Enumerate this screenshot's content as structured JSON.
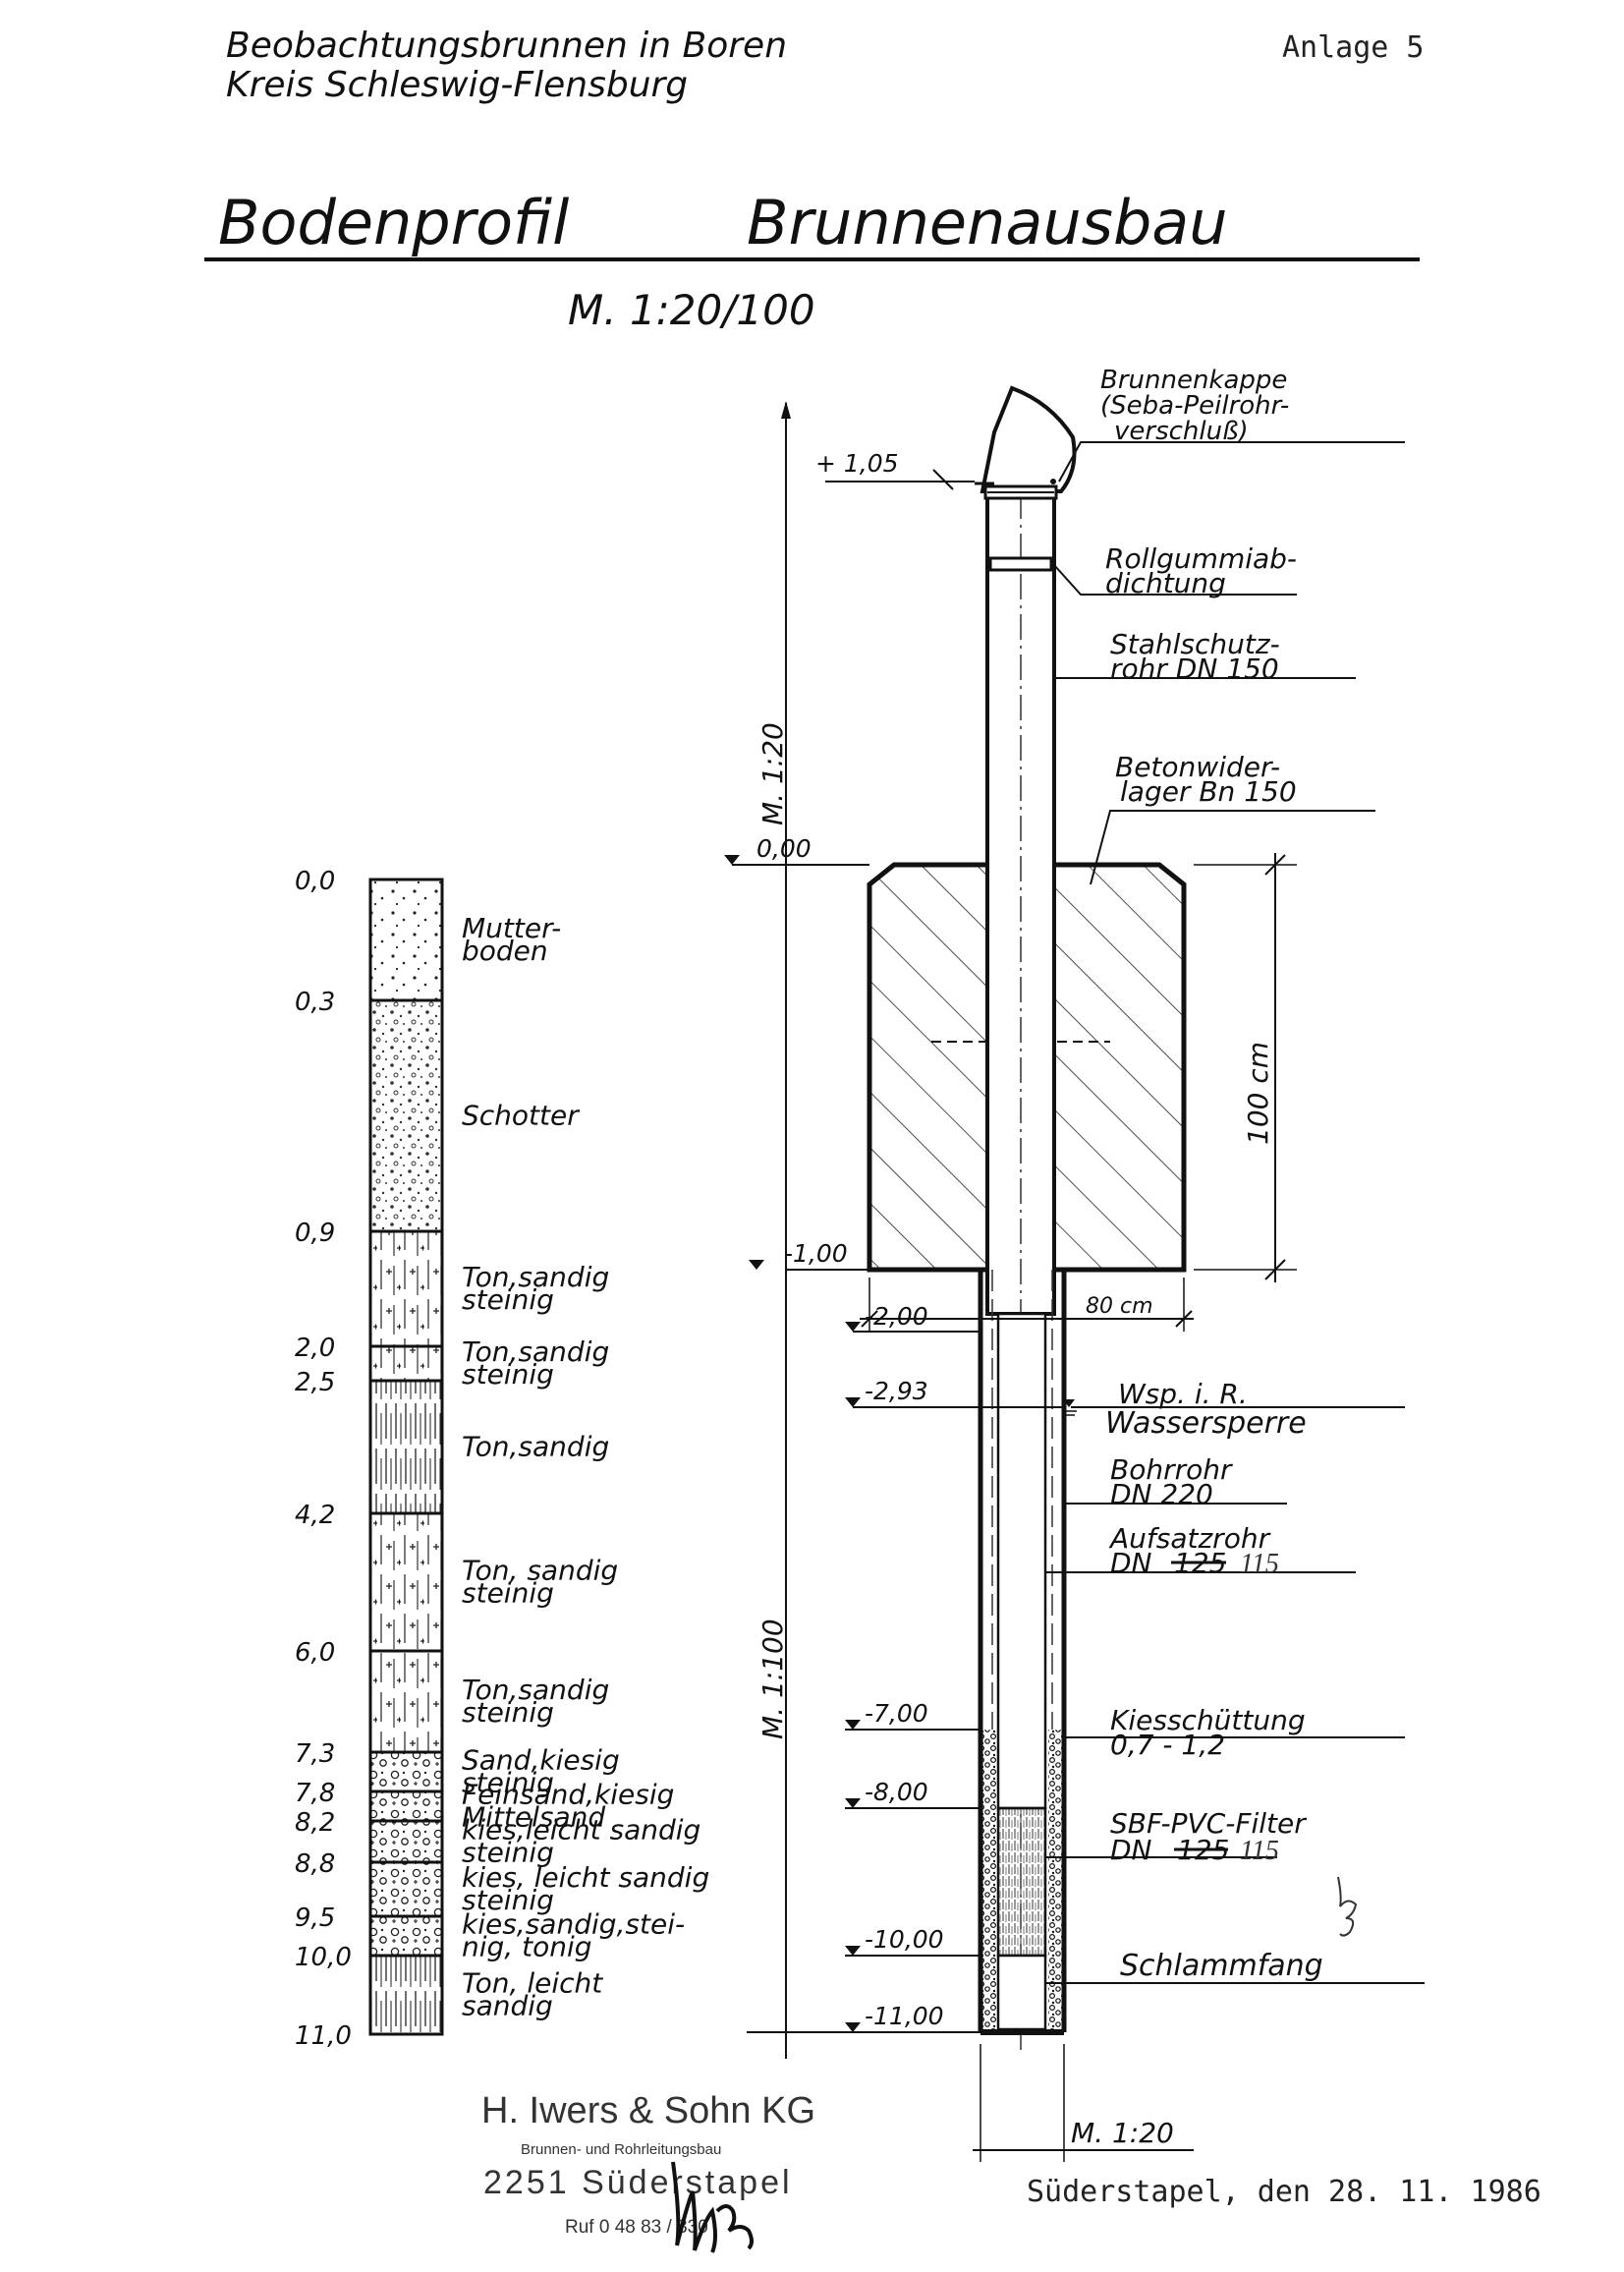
{
  "header": {
    "line1": "Beobachtungsbrunnen in Boren",
    "line2": "Kreis Schleswig-Flensburg",
    "annex": "Anlage 5"
  },
  "title": {
    "left": "Bodenprofil",
    "right": "Brunnenausbau",
    "scale": "M. 1:20/100"
  },
  "profile": {
    "layers": [
      {
        "top": 0.0,
        "bottom": 0.3,
        "label": [
          "Mutter-",
          "boden"
        ],
        "pattern": "dots"
      },
      {
        "top": 0.3,
        "bottom": 0.9,
        "label": [
          "Schotter"
        ],
        "pattern": "gravel"
      },
      {
        "top": 0.9,
        "bottom": 2.0,
        "label": [
          "Ton,sandig",
          "steinig"
        ],
        "pattern": "clay-stones"
      },
      {
        "top": 2.0,
        "bottom": 2.5,
        "label": [
          "Ton,sandig",
          "steinig"
        ],
        "pattern": "clay-stones"
      },
      {
        "top": 2.5,
        "bottom": 4.2,
        "label": [
          "Ton,sandig"
        ],
        "pattern": "clay"
      },
      {
        "top": 4.2,
        "bottom": 6.0,
        "label": [
          "Ton, sandig",
          "steinig"
        ],
        "pattern": "clay-stones"
      },
      {
        "top": 6.0,
        "bottom": 7.3,
        "label": [
          "Ton,sandig",
          "steinig"
        ],
        "pattern": "clay-stones"
      },
      {
        "top": 7.3,
        "bottom": 7.8,
        "label": [
          "Sand,kiesig",
          "steinig"
        ],
        "pattern": "gravel-circles"
      },
      {
        "top": 7.8,
        "bottom": 8.2,
        "label": [
          "Feinsand,kiesig",
          "Mittelsand"
        ],
        "pattern": "gravel-circles"
      },
      {
        "top": 8.2,
        "bottom": 8.8,
        "label": [
          "kies,leicht sandig",
          "steinig"
        ],
        "pattern": "gravel-circles"
      },
      {
        "top": 8.8,
        "bottom": 9.5,
        "label": [
          "kies, leicht sandig",
          "steinig"
        ],
        "pattern": "gravel-circles"
      },
      {
        "top": 9.5,
        "bottom": 10.0,
        "label": [
          "kies,sandig,stei-",
          "nig, tonig"
        ],
        "pattern": "gravel-circles"
      },
      {
        "top": 10.0,
        "bottom": 11.0,
        "label": [
          "Ton, leicht",
          "sandig"
        ],
        "pattern": "clay"
      }
    ],
    "depth_labels": [
      "0,0",
      "0,3",
      "0,9",
      "2,0",
      "2,5",
      "4,2",
      "6,0",
      "7,3",
      "7,8",
      "8,2",
      "8,8",
      "9,5",
      "10,0",
      "11,0"
    ]
  },
  "well": {
    "levels": {
      "top": "+ 1,05",
      "ground": "0,00",
      "l1": "-1,00",
      "l2": "-2,00",
      "l293": "-2,93",
      "l7": "-7,00",
      "l8": "-8,00",
      "l10": "-10,00",
      "l11": "-11,00"
    },
    "scale_upper": "M. 1:20",
    "scale_lower": "M. 1:100",
    "scale_bottom": "M. 1:20",
    "dim_height": "100 cm",
    "dim_width": "80 cm"
  },
  "callouts": {
    "cap": [
      "Brunnenkappe",
      "(Seba-Peilrohr-",
      "verschluß)"
    ],
    "seal": [
      "Rollgummiab-",
      "dichtung"
    ],
    "steel": [
      "Stahlschutz-",
      "rohr DN 150"
    ],
    "concrete": [
      "Betonwider-",
      "lager Bn 150"
    ],
    "water_line1": "Wsp. i. R.",
    "water_line2": "Wassersperre",
    "bore": [
      "Bohrrohr",
      "DN 220"
    ],
    "riser_line1": "Aufsatzrohr",
    "riser_dn": "DN",
    "riser_old": "125",
    "riser_new": "115",
    "gravel": [
      "Kiesschüttung",
      "0,7 - 1,2"
    ],
    "filter_line1": "SBF-PVC-Filter",
    "filter_dn": "DN",
    "filter_old": "125",
    "filter_new": "115",
    "sump": "Schlammfang"
  },
  "stamp": {
    "company": "H. Iwers & Sohn KG",
    "subtitle": "Brunnen- und Rohrleitungsbau",
    "city": "2251 Süderstapel",
    "phone": "Ruf 0 48 83 / 330"
  },
  "footer": {
    "place_date": "Süderstapel, den 28. 11. 1986"
  }
}
